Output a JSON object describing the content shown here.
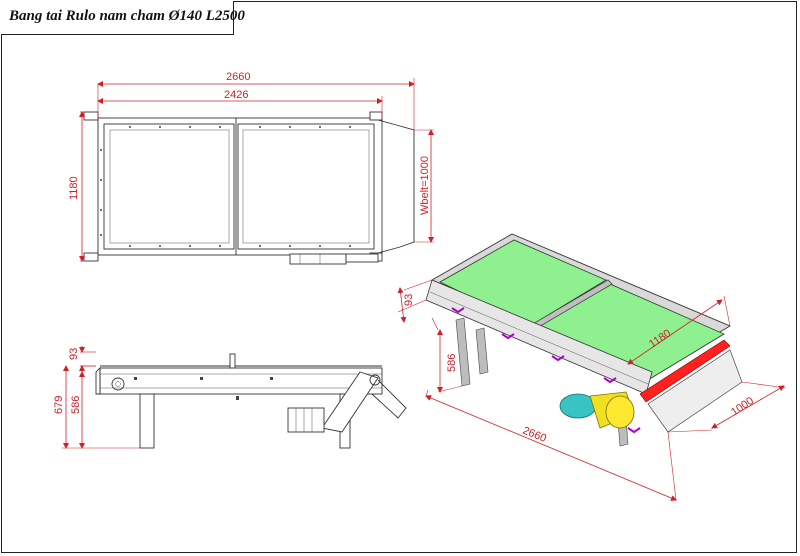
{
  "title": "Bang tai Rulo nam cham Ø140 L2500",
  "top_view": {
    "dim_total_length": "2660",
    "dim_frame_length": "2426",
    "dim_width": "1180",
    "dim_belt_width": "Wbelt=1000"
  },
  "side_view": {
    "dim_top": "93",
    "dim_overall_height": "679",
    "dim_frame_height": "586"
  },
  "iso_view": {
    "dim_top": "93",
    "dim_frame_height": "586",
    "dim_length": "2660",
    "dim_width": "1180",
    "dim_belt": "1000"
  },
  "colors": {
    "dimension": "#d0202a",
    "belt": "#8ef08e",
    "magnet_roller": "#ff2020",
    "motor": "#39c4c4",
    "gearbox": "#f0e020",
    "frame": "#d9d9d9",
    "marker": "#b000d0"
  }
}
